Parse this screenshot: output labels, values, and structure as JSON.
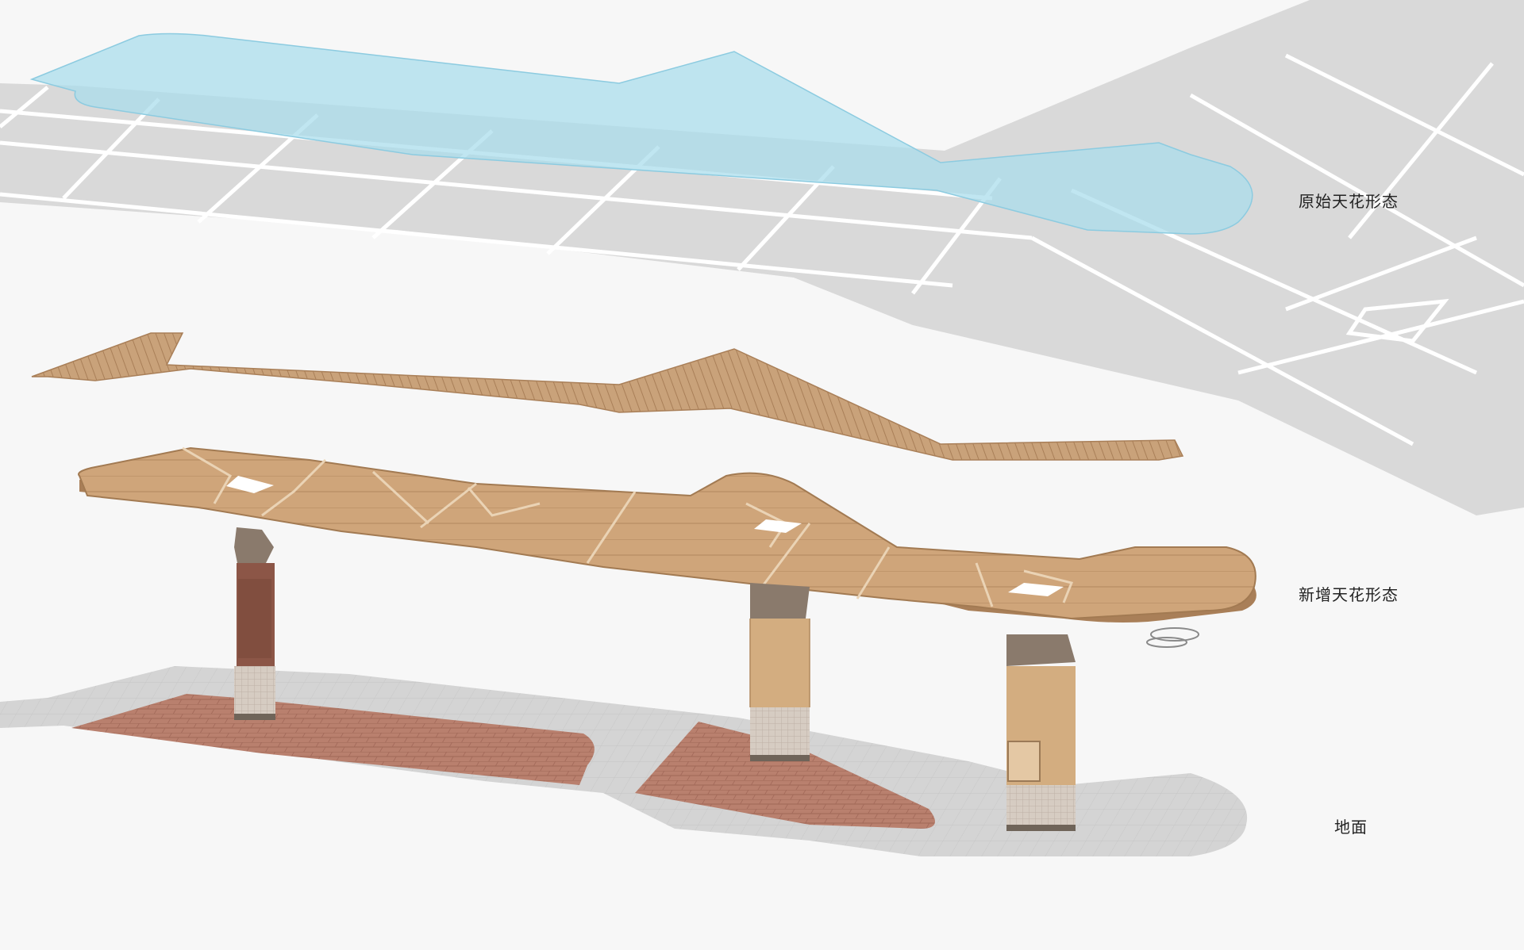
{
  "labels": {
    "original_ceiling": "原始天花形态",
    "new_ceiling": "新增天花形态",
    "ground": "地面"
  },
  "colors": {
    "background": "#f7f7f7",
    "grid_panel": "#d9d9d9",
    "grid_line": "#ffffff",
    "glass": "#a8dcec",
    "wood": "#c9a27a",
    "wood_dark": "#a97f58",
    "ground": "#d4d4d4",
    "brick": "#b9806e",
    "column_cap": "#8a7a6c",
    "column_base": "#d6ccc2",
    "column_wood": "#d3ad80",
    "column_mural": "#8c5647"
  },
  "icons": {
    "stripe_layer": "wood-stripe-layer",
    "column": "pillar"
  }
}
